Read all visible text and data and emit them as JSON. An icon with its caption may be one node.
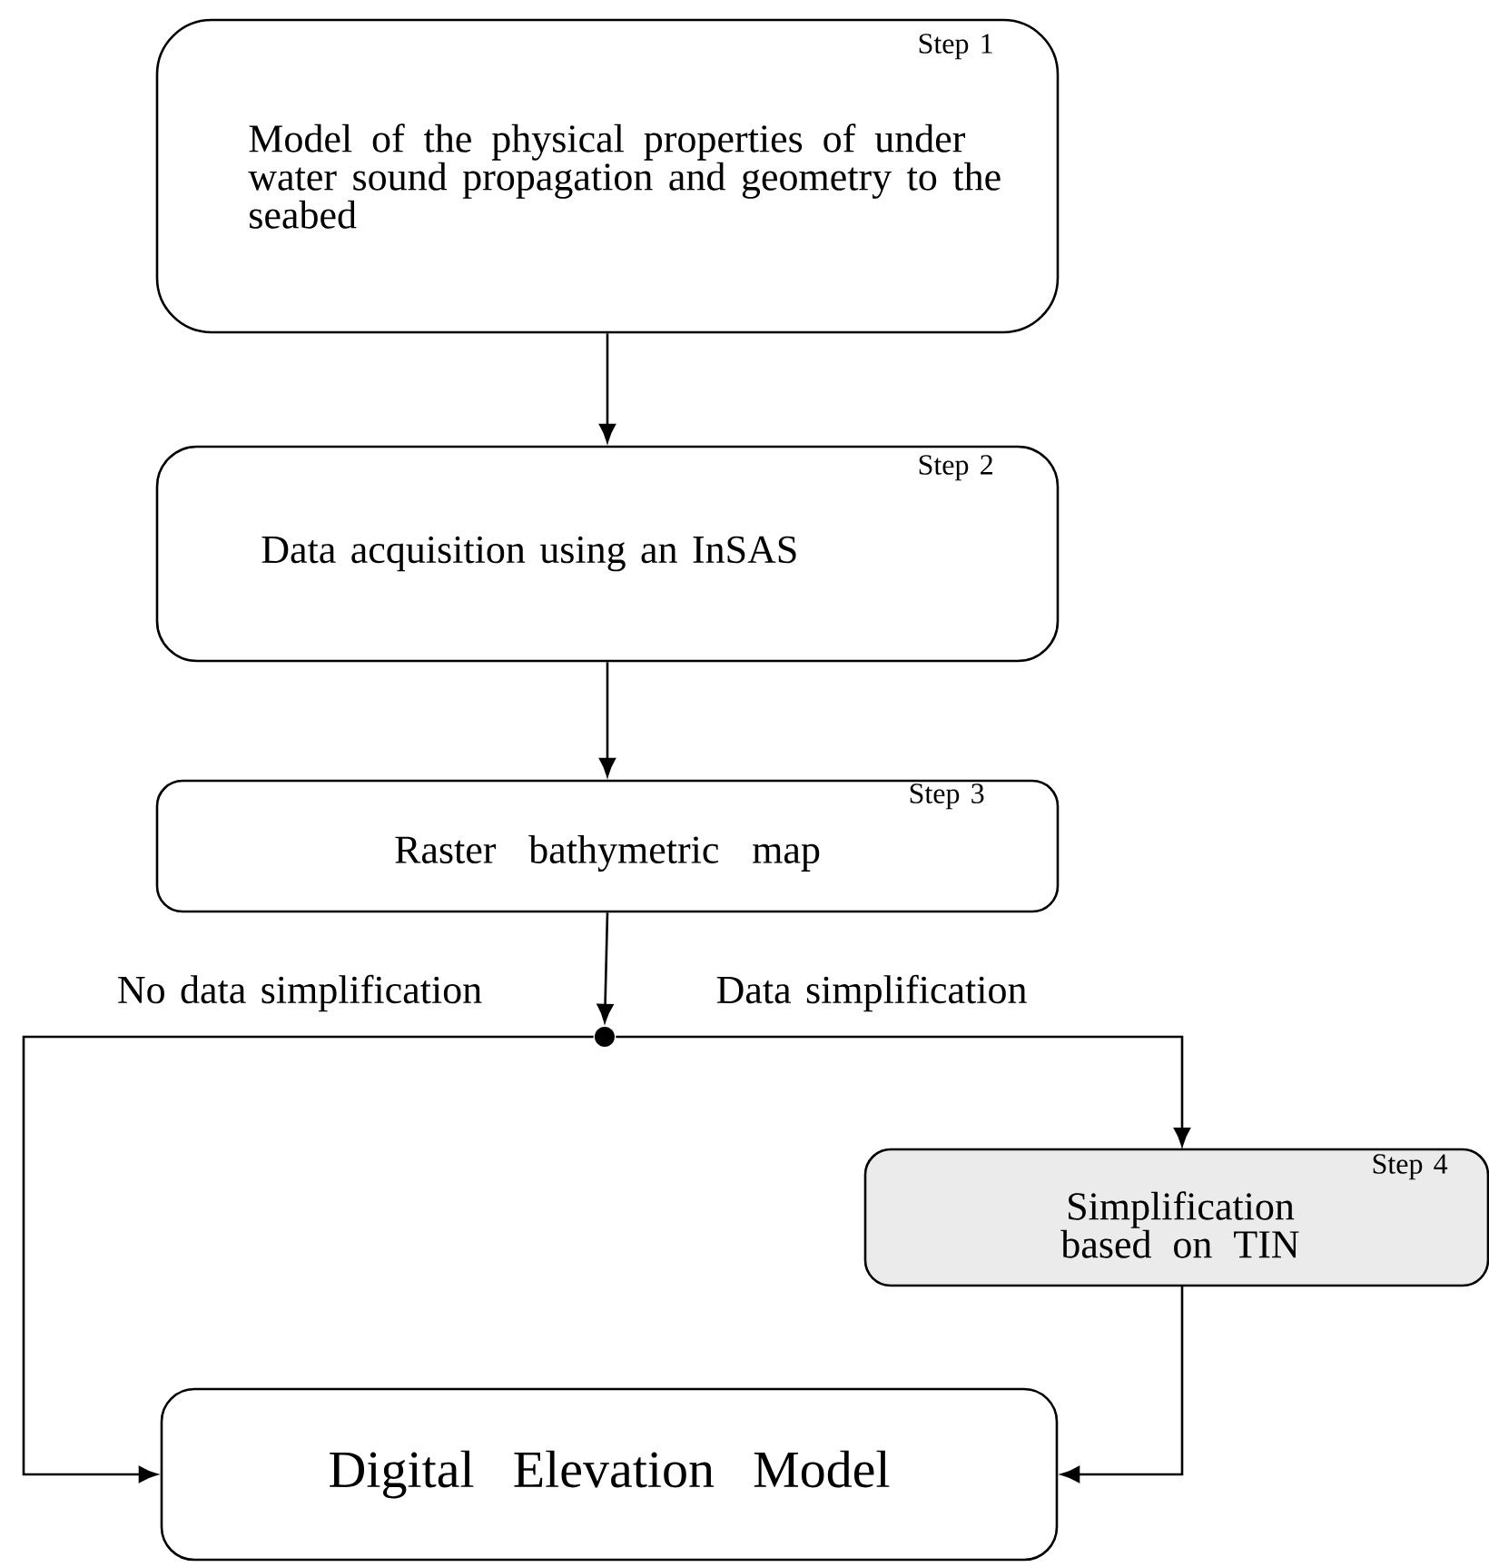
{
  "diagram": {
    "nodes": [
      {
        "text": [
          "Step 1",
          "Model of the physical properties of under water sound propagation and geometry to the seabed"
        ]
      },
      {
        "text": [
          "Step 2",
          "Data acquisition using an InSAS"
        ]
      },
      {
        "text": [
          "Step 3",
          "Raster bathymetric map"
        ]
      },
      {
        "text": [],
        "shape": "circle"
      },
      {
        "text": [
          "Step 4",
          "Simplification based on TIN"
        ]
      },
      {
        "text": [
          "Digital Elevation Model"
        ]
      }
    ],
    "edges": [
      {
        "from": 0,
        "to": 1,
        "arrow": "to"
      },
      {
        "from": 1,
        "to": 2,
        "arrow": "to"
      },
      {
        "from": 2,
        "to": 3,
        "arrow": "to"
      },
      {
        "from": 3,
        "to": 5,
        "arrow": "to",
        "label": "No data simplification"
      },
      {
        "from": 3,
        "to": 4,
        "arrow": "to",
        "label": "Data simplification"
      },
      {
        "from": 4,
        "to": 5,
        "arrow": "to"
      }
    ]
  }
}
